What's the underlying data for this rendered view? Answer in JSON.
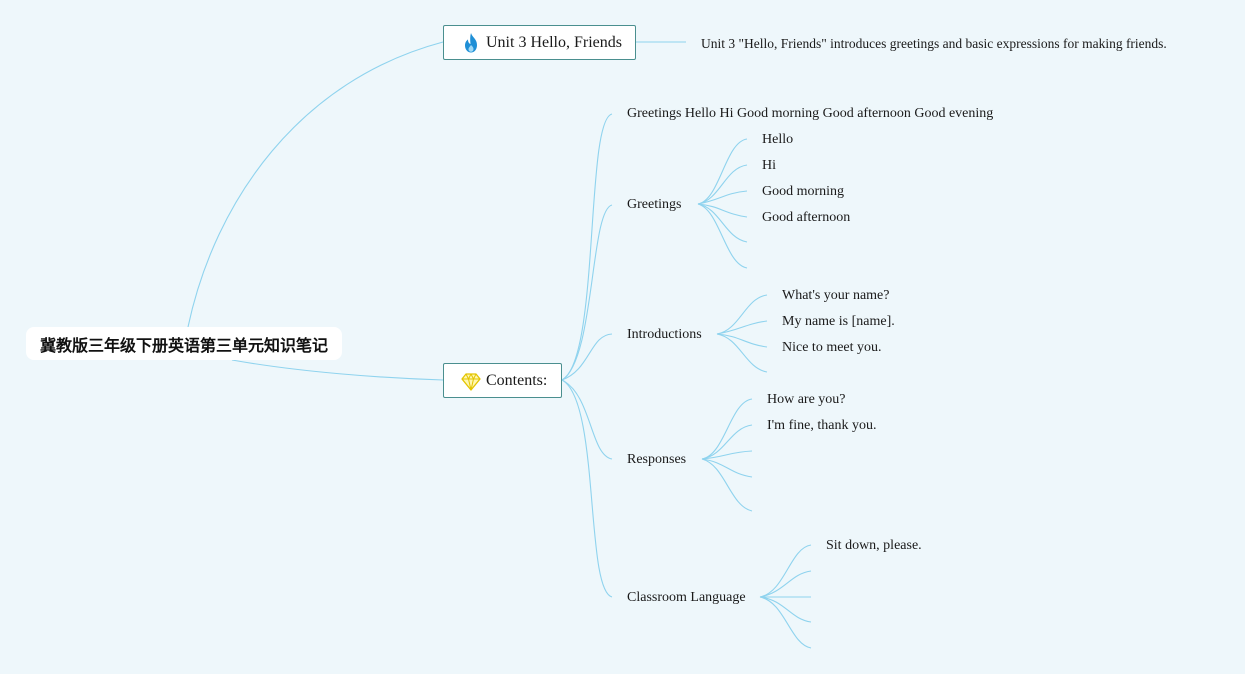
{
  "root": {
    "label": "冀教版三年级下册英语第三单元知识笔记"
  },
  "unit": {
    "title": "Unit 3 Hello, Friends",
    "icon": "fire-icon",
    "description": "Unit 3 \"Hello, Friends\" introduces greetings and basic expressions for making friends."
  },
  "contents": {
    "title": "Contents:",
    "icon": "diamond-icon",
    "summary": "Greetings Hello Hi Good morning Good afternoon Good evening",
    "greetings": {
      "label": "Greetings",
      "items": [
        "Hello",
        "Hi",
        "Good morning",
        "Good afternoon"
      ]
    },
    "introductions": {
      "label": "Introductions",
      "items": [
        "What's your name?",
        "My name is [name].",
        "Nice to meet you."
      ]
    },
    "responses": {
      "label": "Responses",
      "items": [
        "How are you?",
        "I'm fine, thank you."
      ]
    },
    "classroom": {
      "label": "Classroom Language",
      "items": [
        "Sit down, please."
      ]
    }
  },
  "colors": {
    "background": "#eef7fb",
    "edge": "#8fd3ee",
    "box_border": "#4a8f8f",
    "fire": "#1f8fd6",
    "diamond": "#f2d51a"
  }
}
